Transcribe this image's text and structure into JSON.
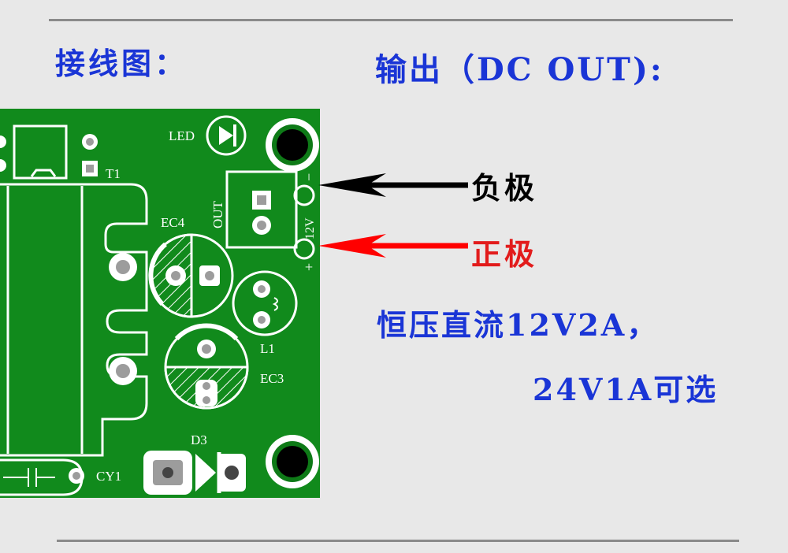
{
  "header": {
    "wiring_title": "接线图：",
    "output_title": "输出（DC OUT):"
  },
  "labels": {
    "negative": "负极",
    "positive": "正极"
  },
  "spec": {
    "line1": "恒压直流12V2A，",
    "line2": "24V1A可选"
  },
  "pcb": {
    "led": "LED",
    "t1": "T1",
    "out": "OUT",
    "ec4": "EC4",
    "v12": "12V",
    "minus": "−",
    "plus": "+",
    "l1": "L1",
    "ec3": "EC3",
    "d3": "D3",
    "cy1": "CY1"
  },
  "colors": {
    "board": "#118a1c",
    "silkscreen": "#ffffff",
    "pad": "#9c9c9c",
    "blue_text": "#1a35d6",
    "red_text": "#e21c1c",
    "negative_arrow": "#000000",
    "positive_arrow": "#ff0000"
  }
}
